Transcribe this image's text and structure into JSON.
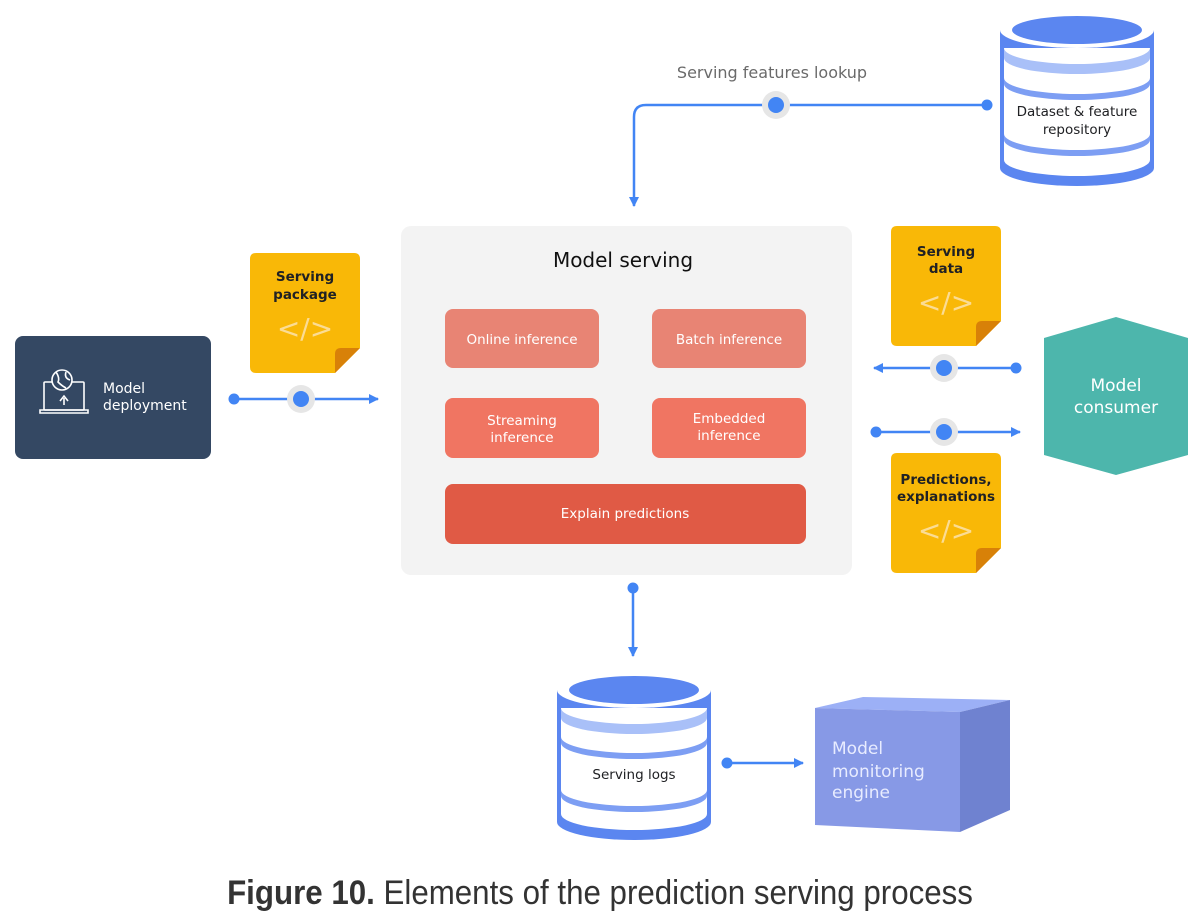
{
  "colors": {
    "blue": "#4285f4",
    "cylinder_blue": "#5b86f0",
    "cylinder_light": "#a9c0f8",
    "panel_bg": "#f3f3f3",
    "deployment_bg": "#344863",
    "note_yellow": "#f9b807",
    "note_fold": "#d88108",
    "note_glyph": "#fbdc94",
    "online_batch": "#e88474",
    "streaming_embedded": "#f07562",
    "explain": "#e05a45",
    "consumer_teal": "#4db6ac",
    "cube_front": "#8799e6",
    "cube_top": "#9cb0f6",
    "cube_side": "#6f82d0",
    "halo_gray": "#e6e6e6"
  },
  "diagram": {
    "feature_lookup_label": "Serving features lookup",
    "dataset_repository": {
      "line1": "Dataset & feature",
      "line2": "repository"
    },
    "model_deployment": {
      "line1": "Model",
      "line2": "deployment",
      "icon": "laptop-globe-upload-icon"
    },
    "serving_package": {
      "line1": "Serving",
      "line2": "package",
      "glyph": "</>"
    },
    "model_serving": {
      "title": "Model serving",
      "online": "Online inference",
      "batch": "Batch inference",
      "streaming": {
        "line1": "Streaming",
        "line2": "inference"
      },
      "embedded": {
        "line1": "Embedded",
        "line2": "inference"
      },
      "explain": "Explain predictions"
    },
    "serving_data": {
      "line1": "Serving",
      "line2": "data",
      "glyph": "</>"
    },
    "predictions": {
      "line1": "Predictions,",
      "line2": "explanations",
      "glyph": "</>"
    },
    "model_consumer": {
      "line1": "Model",
      "line2": "consumer"
    },
    "serving_logs": "Serving logs",
    "monitoring_engine": {
      "line1": "Model",
      "line2": "monitoring",
      "line3": "engine"
    }
  },
  "caption": {
    "figure_label": "Figure 10.",
    "text": " Elements of the prediction serving process"
  }
}
